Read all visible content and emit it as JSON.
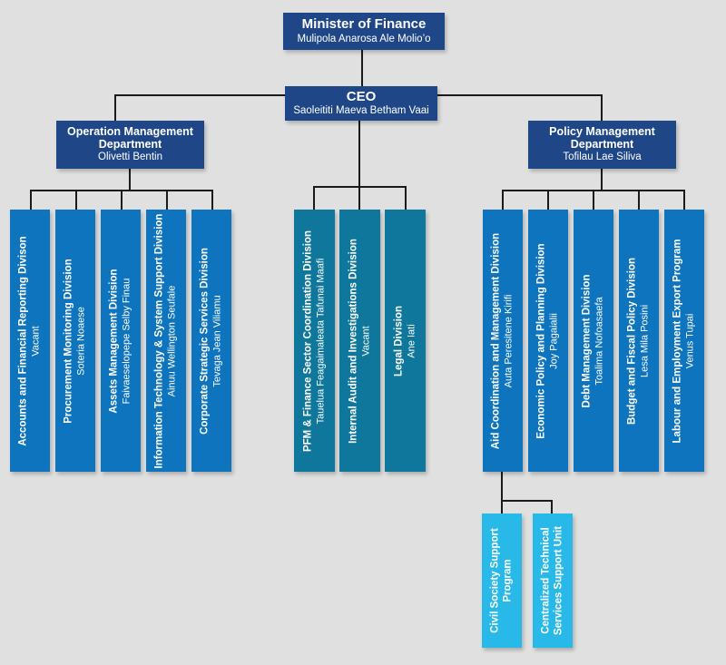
{
  "chart_type": "organization-chart",
  "colors": {
    "background": "#e0e0e0",
    "executive_navy": "#1f4788",
    "division_blue": "#0e74bd",
    "ceo_division_teal": "#0f779b",
    "support_unit_cyan": "#29b9e8",
    "connector_line": "#1a1a1a",
    "text": "#ffffff"
  },
  "nodes": {
    "minister": {
      "title": "Minister of Finance",
      "name": "Mulipola Anarosa Ale Molio’o"
    },
    "ceo": {
      "title": "CEO",
      "name": "Saoleititi Maeva Betham Vaai"
    },
    "operation_dept": {
      "title": "Operation Management Department",
      "name": "Olivetti Bentin"
    },
    "policy_dept": {
      "title": "Policy Management Department",
      "name": "Tofilau Lae Siliva"
    },
    "operation_divisions": [
      {
        "title": "Accounts and Financial Reporting Divison",
        "name": "Vacant"
      },
      {
        "title": "Procurement Monitoring Division",
        "name": "Soteria Noaese"
      },
      {
        "title": "Assets Management Division",
        "name": "Faivaeselopepe Selby Finau"
      },
      {
        "title": "Information Technology & System Support Division",
        "name": "Ainuu Wellington Seufale"
      },
      {
        "title": "Corporate Strategic Services Division",
        "name": "Tevaga Jean Viliamu"
      }
    ],
    "ceo_divisions": [
      {
        "title": "PFM & Finance Sector Coordination Division",
        "name": "Tauelua Feagaimaleata Tafunai Maafi"
      },
      {
        "title": "Internal Audit and Investigations Division",
        "name": "Vacant"
      },
      {
        "title": "Legal Division",
        "name": "Ane Iati"
      }
    ],
    "policy_divisions": [
      {
        "title": "Aid Coordination and Management Division",
        "name": "Auta Peresitene Kirifi"
      },
      {
        "title": "Economic Policy and Planning Division",
        "name": "Joy Pagaialii"
      },
      {
        "title": "Debt Management Division",
        "name": "Toalima Nofoasaefa"
      },
      {
        "title": "Budget and Fiscal Policy Division",
        "name": "Lesa Mila Posini"
      },
      {
        "title": "Labour and Employment Export Program",
        "name": "Venus Tupai"
      }
    ],
    "aid_support_units": [
      {
        "title": "Civil Society Support Program"
      },
      {
        "title": "Centralized Technical Services Support Unit"
      }
    ]
  }
}
